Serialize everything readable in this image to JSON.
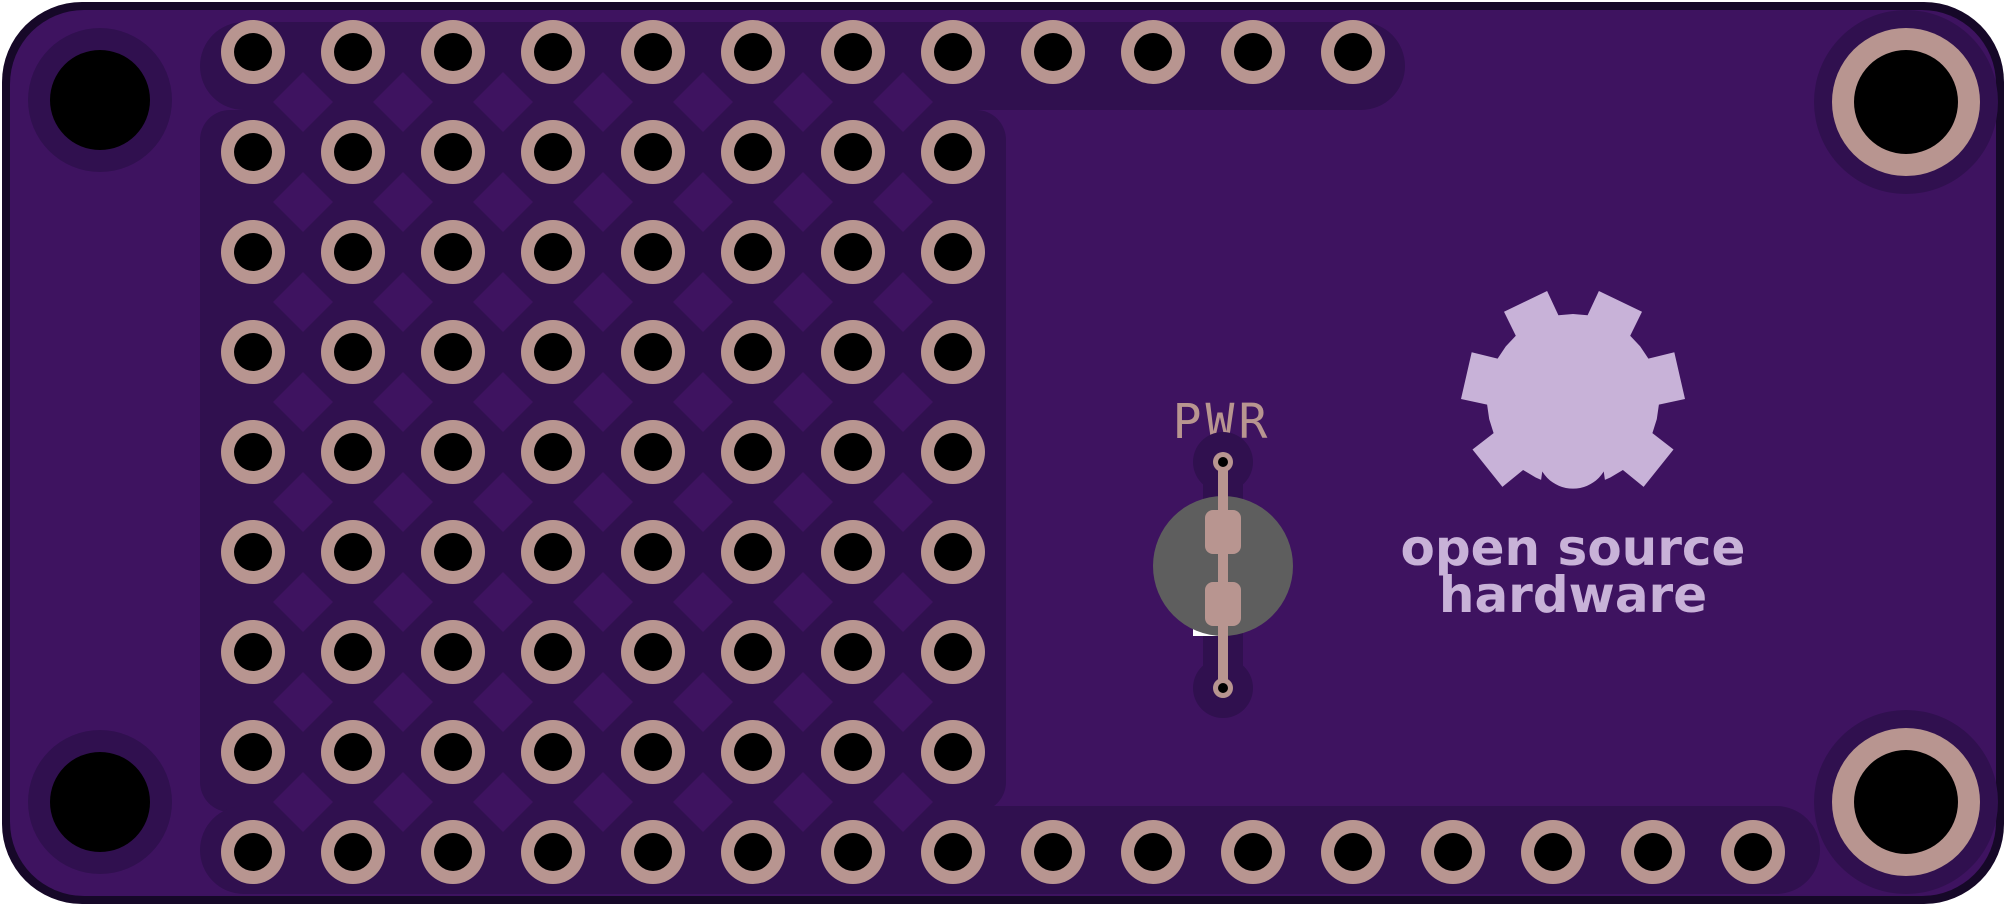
{
  "board": {
    "led_label": "PWR",
    "logo_line1": "open source",
    "logo_line2": "hardware",
    "colors": {
      "board_edge": "#160828",
      "board_fill": "#3e1360",
      "clearance": "#30104f",
      "pad_copper": "#b89590",
      "hole": "#000000",
      "led_body": "#5e5e5e",
      "silkscreen": "#c8b2d8"
    },
    "icons": {
      "logo": "open-source-hardware-gear-icon"
    }
  }
}
